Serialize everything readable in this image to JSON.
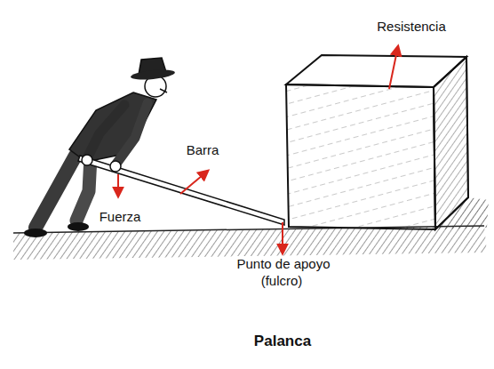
{
  "diagram": {
    "caption": "Palanca",
    "labels": [
      "Resistencia",
      "Barra",
      "Fuerza",
      "Punto de apoyo (fulcro)"
    ]
  }
}
